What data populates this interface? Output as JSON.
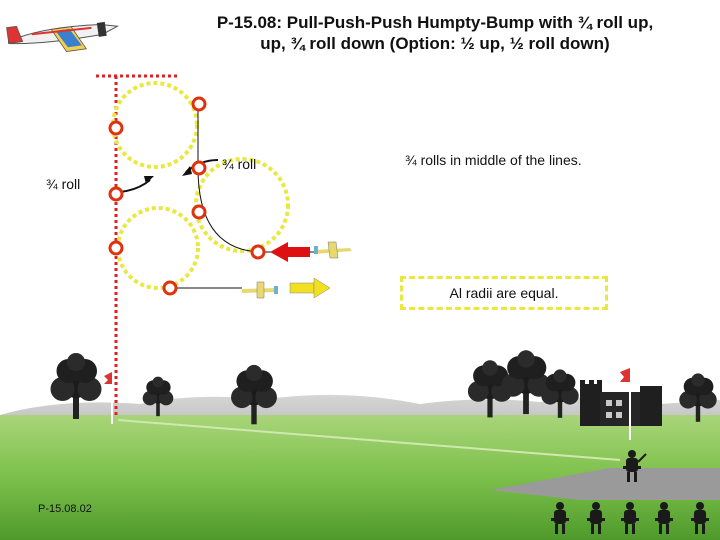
{
  "title_lines": [
    "P-15.08: Pull-Push-Push Humpty-Bump with ¾ roll up,",
    "up, ¾ roll down (Option: ½ up, ½ roll down)"
  ],
  "labels": {
    "roll_upper": "¾  roll",
    "roll_left": "¾  roll",
    "rolls_note": "¾ rolls in middle of the lines.",
    "radii_note": "Al radii are equal.",
    "footer_code": "P-15.08.02"
  },
  "colors": {
    "loop_path": "#e8e840",
    "marker": "#dd3311",
    "dotted_line": "#dd2222",
    "entry_arrow": "#dd1111",
    "exit_arrow": "#f0e020",
    "sky": "#ffffff",
    "grass": "#7cc04a",
    "runway": "#9a9a9a"
  },
  "icons": [
    "airplane-icon",
    "tree-icon",
    "castle-icon",
    "flag-icon",
    "pilot-icon",
    "judge-icon"
  ]
}
